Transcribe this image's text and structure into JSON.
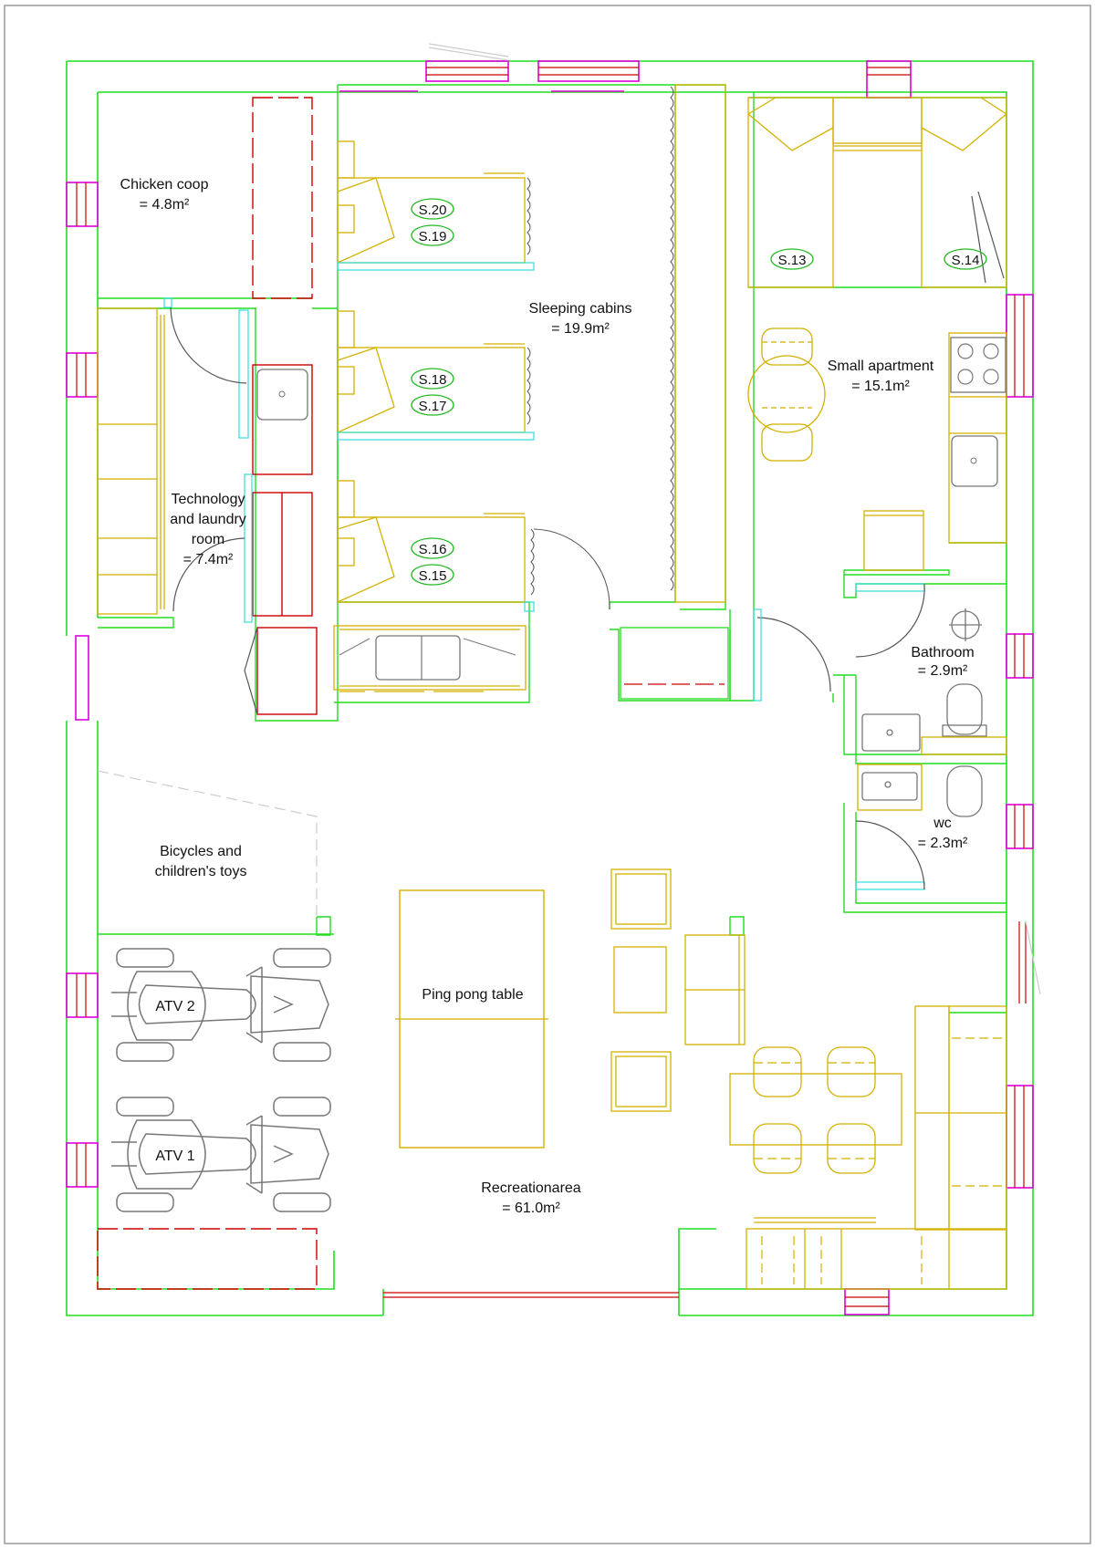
{
  "rooms": {
    "chicken_coop": {
      "name": "Chicken coop",
      "area": "= 4.8m²"
    },
    "technology_laundry": {
      "line1": "Technology",
      "line2": "and laundry",
      "line3": "room",
      "area": "= 7.4m²"
    },
    "sleeping_cabins": {
      "name": "Sleeping cabins",
      "area": "= 19.9m²"
    },
    "small_apartment": {
      "name": "Small apartment",
      "area": "= 15.1m²"
    },
    "bathroom": {
      "name": "Bathroom",
      "area": "= 2.9m²"
    },
    "wc": {
      "name": "wc",
      "area": "= 2.3m²"
    },
    "bicycles": {
      "line1": "Bicycles and",
      "line2": "children's toys"
    },
    "recreation": {
      "name": "Recreationarea",
      "area": "= 61.0m²"
    }
  },
  "furniture": {
    "ping_pong": "Ping pong  table",
    "atv1": "ATV 1",
    "atv2": "ATV 2"
  },
  "sleeping_places": [
    "S.20",
    "S.19",
    "S.18",
    "S.17",
    "S.16",
    "S.15",
    "S.13",
    "S.14"
  ],
  "colors": {
    "wall": "#22dd22",
    "furniture": "#d4b000",
    "window": "#dd00dd",
    "frame": "#cc0000",
    "glass": "#33dddd",
    "label_oval": "#22bb22",
    "door": "#555555",
    "vehicle": "#777777"
  }
}
